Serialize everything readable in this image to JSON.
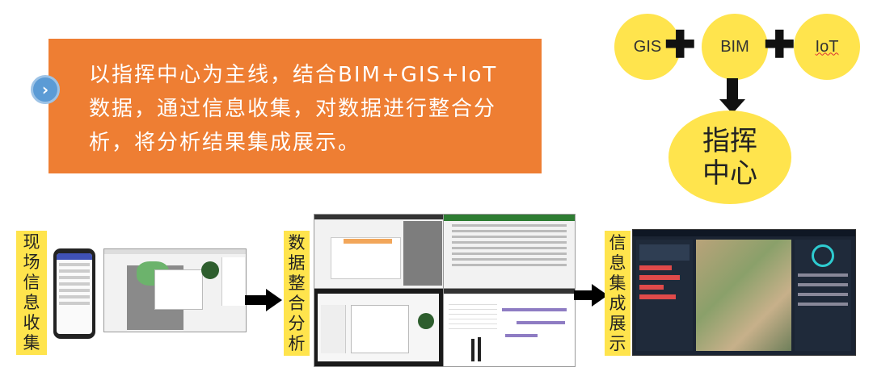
{
  "statement": {
    "lines": [
      "以指挥中心为主线，结合BIM+GIS+IoT",
      "数据，通过信息收集，对数据进行整合分",
      "析，将分析结果集成展示。"
    ],
    "bullet_glyph": "›"
  },
  "formula": {
    "items": [
      "GIS",
      "BIM",
      "IoT"
    ],
    "plus": "✚",
    "result_lines": [
      "指挥",
      "中心"
    ]
  },
  "stages": [
    {
      "label_chars": [
        "现",
        "场",
        "信",
        "息",
        "收",
        "集"
      ]
    },
    {
      "label_chars": [
        "数",
        "据",
        "整",
        "合",
        "分",
        "析"
      ]
    },
    {
      "label_chars": [
        "信",
        "息",
        "集",
        "成",
        "展",
        "示"
      ]
    }
  ],
  "colors": {
    "panel": "#EE7E33",
    "circle": "#FFE44D",
    "label": "#FFE44D",
    "arrow": "#000000"
  }
}
